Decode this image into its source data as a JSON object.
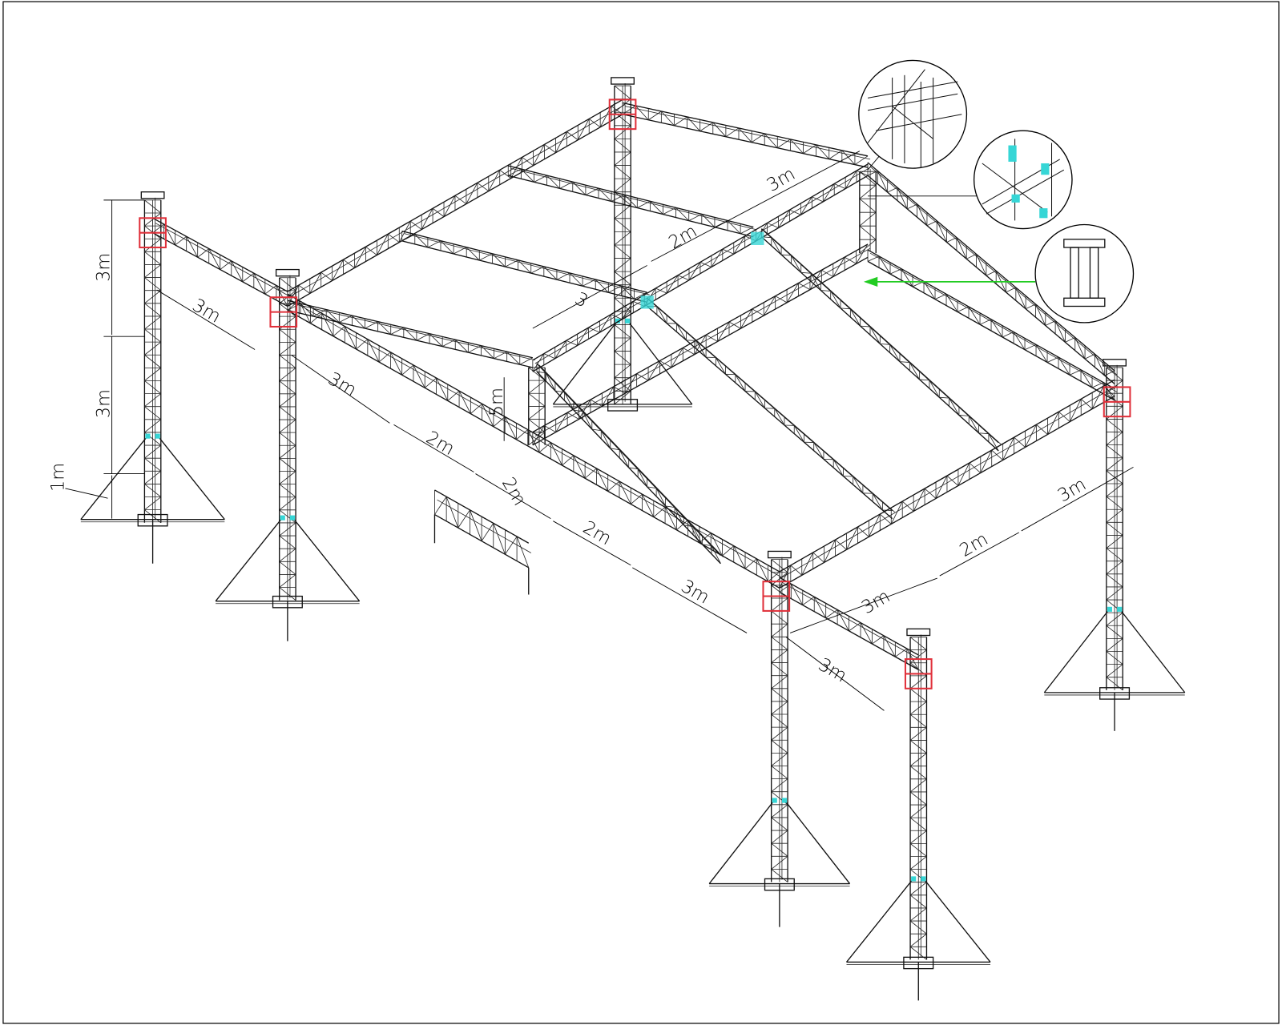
{
  "diagram": {
    "type": "isometric truss stage roof drawing",
    "colors": {
      "line": "#111111",
      "connector": "#e0303a",
      "coupler": "#36d6d6",
      "leader": "#22cc22"
    },
    "dimensions": {
      "tower_upper_height": "3m",
      "tower_mid_height": "3m",
      "tower_base_height": "1m",
      "wing_span": "3m",
      "front_left_1": "3m",
      "front_left_2": "2m",
      "front_left_3": "2m",
      "front_left_4": "2m",
      "front_left_5": "3m",
      "front_wing": "3m",
      "front_right_1": "3m",
      "front_right_2": "2m",
      "front_right_3": "3m",
      "ridge_1": "2m",
      "ridge_2": "3m",
      "ridge_height": "5m",
      "ridge_partial": "3"
    },
    "details": [
      "truss-corner-block-detail",
      "coupler-clamp-detail",
      "sleeve-block-detail"
    ]
  }
}
